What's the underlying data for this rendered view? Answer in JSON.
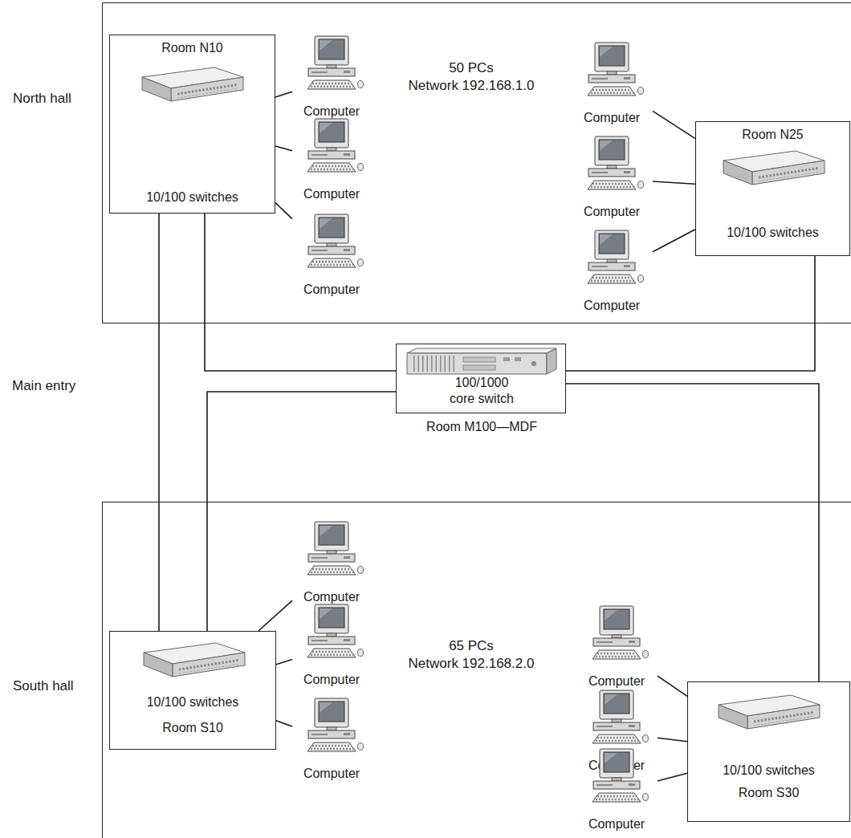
{
  "diagram": {
    "nodes": [
      {
        "text": [
          "North hall",
          "50 PCs",
          "Network 192.168.1.0"
        ]
      },
      {
        "text": [
          "Room N10",
          "10/100 switches"
        ],
        "in": 0
      },
      {
        "text": [
          "Computer"
        ],
        "in": 0
      },
      {
        "text": [
          "Computer"
        ],
        "in": 0
      },
      {
        "text": [
          "Computer"
        ],
        "in": 0
      },
      {
        "text": [
          "Computer"
        ],
        "in": 0
      },
      {
        "text": [
          "Computer"
        ],
        "in": 0
      },
      {
        "text": [
          "Room N25",
          "10/100 switches"
        ],
        "in": 0
      },
      {
        "text": [
          "Computer"
        ],
        "in": 0
      },
      {
        "text": [
          "100/1000 core switch",
          "Room M100—MDF"
        ]
      },
      {
        "text": [
          "South hall",
          "65 PCs",
          "Network 192.168.2.0"
        ]
      },
      {
        "text": [
          "10/100 switches",
          "Room S10"
        ],
        "in": 10
      },
      {
        "text": [
          "Computer"
        ],
        "in": 10
      },
      {
        "text": [
          "Computer"
        ],
        "in": 10
      },
      {
        "text": [
          "Computer"
        ],
        "in": 10
      },
      {
        "text": [
          "Computer"
        ],
        "in": 10
      },
      {
        "text": [
          "Computer"
        ],
        "in": 10
      },
      {
        "text": [
          "Computer"
        ],
        "in": 10
      },
      {
        "text": [
          "10/100 switches",
          "Room S30"
        ],
        "in": 10
      }
    ],
    "edges": [
      {
        "from": 1,
        "to": 2,
        "arrow": "none"
      },
      {
        "from": 1,
        "to": 3,
        "arrow": "none"
      },
      {
        "from": 1,
        "to": 4,
        "arrow": "none"
      },
      {
        "from": 7,
        "to": 5,
        "arrow": "none"
      },
      {
        "from": 7,
        "to": 6,
        "arrow": "none"
      },
      {
        "from": 7,
        "to": 8,
        "arrow": "none"
      },
      {
        "from": 1,
        "to": 9,
        "arrow": "none"
      },
      {
        "from": 7,
        "to": 9,
        "arrow": "none"
      },
      {
        "from": 9,
        "to": 11,
        "arrow": "none"
      },
      {
        "from": 9,
        "to": 18,
        "arrow": "none"
      },
      {
        "from": 1,
        "to": 11,
        "arrow": "none"
      },
      {
        "from": 11,
        "to": 12,
        "arrow": "none"
      },
      {
        "from": 11,
        "to": 13,
        "arrow": "none"
      },
      {
        "from": 11,
        "to": 14,
        "arrow": "none"
      },
      {
        "from": 18,
        "to": 15,
        "arrow": "none"
      },
      {
        "from": 18,
        "to": 16,
        "arrow": "none"
      },
      {
        "from": 18,
        "to": 17,
        "arrow": "none"
      }
    ],
    "labels": [
      "Main entry"
    ]
  }
}
